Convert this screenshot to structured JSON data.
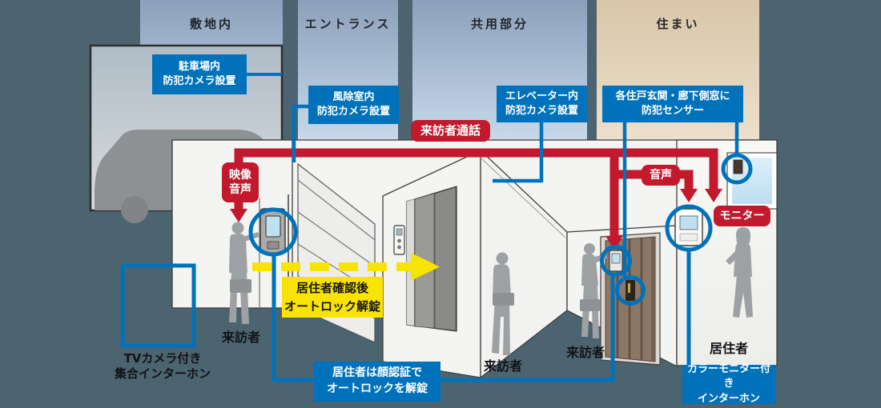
{
  "zones": [
    {
      "id": "premises",
      "label": "敷地内"
    },
    {
      "id": "entrance",
      "label": "エントランス"
    },
    {
      "id": "common",
      "label": "共用部分"
    },
    {
      "id": "residence",
      "label": "住まい"
    }
  ],
  "feature_labels": {
    "parking_camera": {
      "line1": "駐車場内",
      "line2": "防犯カメラ設置"
    },
    "windbreak_camera": {
      "line1": "風除室内",
      "line2": "防犯カメラ設置"
    },
    "elevator_camera": {
      "line1": "エレベーター内",
      "line2": "防犯カメラ設置"
    },
    "security_sensor": {
      "line1": "各住戸玄関・廊下側窓に",
      "line2": "防犯センサー"
    },
    "face_unlock": {
      "line1": "居住者は顔認証で",
      "line2": "オートロックを解錠"
    },
    "color_monitor_interphone": {
      "line1": "カラーモニター付き",
      "line2": "インターホン"
    },
    "tv_camera_interphone": {
      "line1": "TVカメラ付き",
      "line2": "集合インターホン"
    }
  },
  "signal_labels": {
    "visitor_call": "来訪者通話",
    "video_audio": {
      "line1": "映像",
      "line2": "音声"
    },
    "audio": "音声",
    "monitor": "モニター"
  },
  "action_label": {
    "line1": "居住者確認後",
    "line2": "オートロック解錠"
  },
  "people": {
    "visitor_entrance": "来訪者",
    "visitor_elevator": "来訪者",
    "visitor_door": "来訪者",
    "resident": "居住者"
  },
  "colors": {
    "background": "#4B6470",
    "accent_blue": "#0072BC",
    "accent_red": "#C2192D",
    "accent_yellow": "#F9E300",
    "zone_blue_top": "#8CA0BB",
    "zone_tan_top": "#D9C6A9"
  }
}
